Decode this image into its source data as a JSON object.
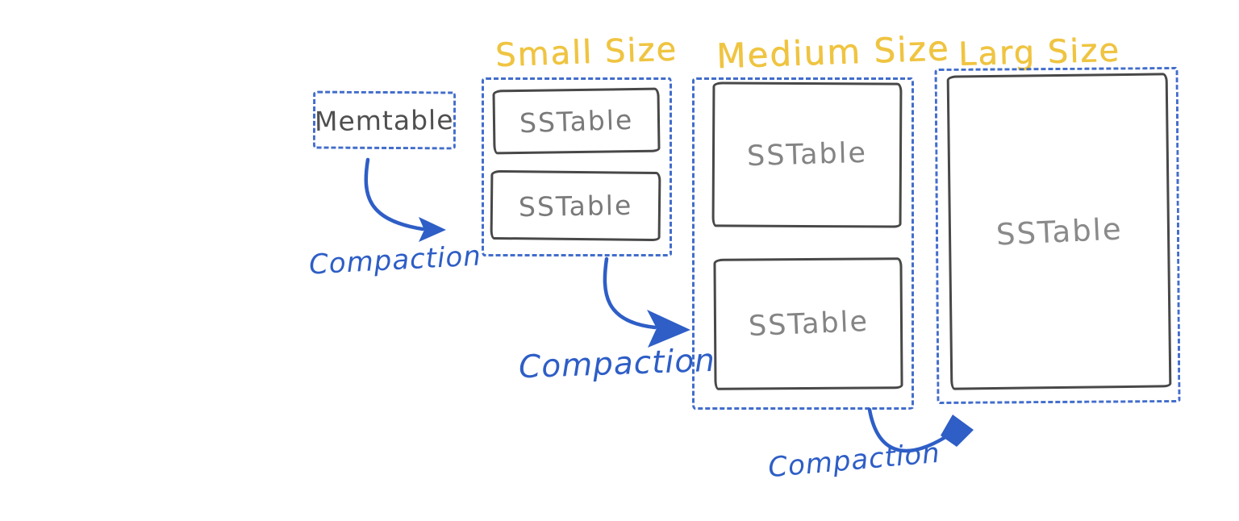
{
  "diagram": {
    "memtable": {
      "label": "Memtable"
    },
    "tiers": [
      {
        "title": "Small Size",
        "tables": [
          {
            "label": "SSTable"
          },
          {
            "label": "SSTable"
          }
        ]
      },
      {
        "title": "Medium Size",
        "tables": [
          {
            "label": "SSTable"
          },
          {
            "label": "SSTable"
          }
        ]
      },
      {
        "title": "Larg Size",
        "tables": [
          {
            "label": "SSTable"
          }
        ]
      }
    ],
    "arrows": [
      {
        "id": "memtable-to-small",
        "label": "Compaction"
      },
      {
        "id": "small-to-medium",
        "label": "Compaction"
      },
      {
        "id": "medium-to-large",
        "label": "Compaction"
      }
    ],
    "colors": {
      "tier_title": "#EFC441",
      "compaction_blue": "#2E5EC6",
      "sketch_border": "#484848",
      "sstable_text": "#7a7a7a",
      "memtable_text": "#3c3c3c",
      "background": "#ffffff"
    }
  }
}
